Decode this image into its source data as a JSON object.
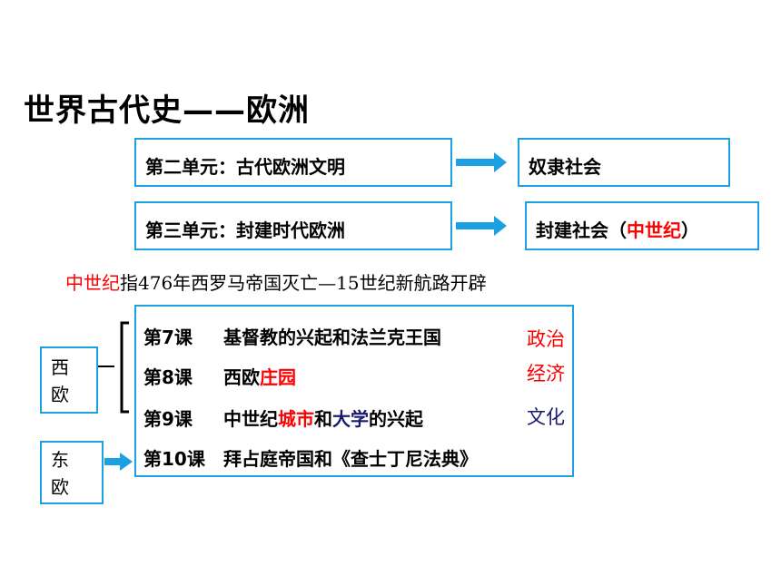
{
  "title": "世界古代史——欧洲",
  "units": [
    {
      "label": "第二单元：古代欧洲文明",
      "society": "奴隶社会",
      "society_highlight": ""
    },
    {
      "label": "第三单元：封建时代欧洲",
      "society": "封建社会（",
      "society_highlight": "中世纪",
      "society_suffix": "）"
    }
  ],
  "definition": {
    "term": "中世纪",
    "text": "指476年西罗马帝国灭亡—15世纪新航路开辟"
  },
  "regions": {
    "west": {
      "line1": "西",
      "line2": "欧"
    },
    "east": {
      "line1": "东",
      "line2": "欧"
    }
  },
  "lessons": [
    {
      "num": "第7课",
      "parts": [
        "基督教的兴起和法兰克王国"
      ]
    },
    {
      "num": "第8课",
      "parts": [
        "西欧",
        "庄园"
      ]
    },
    {
      "num": "第9课",
      "parts": [
        "中世纪",
        "城市",
        "和",
        "大学",
        "的兴起"
      ]
    },
    {
      "num": "第10课",
      "parts": [
        "拜占庭帝国和《查士丁尼法典》"
      ]
    }
  ],
  "aspects": {
    "politics": "政治",
    "economy": "经济",
    "culture": "文化"
  },
  "colors": {
    "border": "#1ba1e2",
    "highlight": "#ff0000",
    "navy": "#1a1a6e"
  }
}
